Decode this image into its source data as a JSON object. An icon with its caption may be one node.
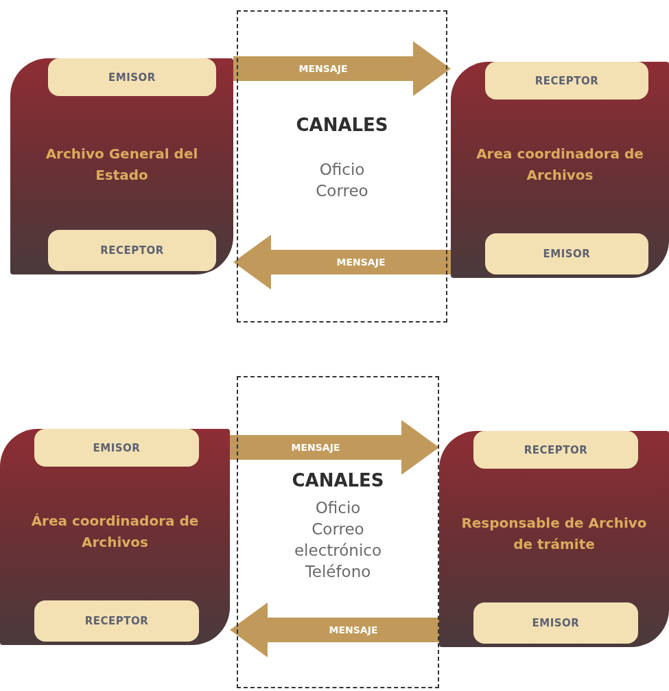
{
  "diagram": {
    "nodes": [
      {
        "text": [
          "Archivo General del Estado"
        ]
      },
      {
        "text": [
          "EMISOR"
        ],
        "in": 0
      },
      {
        "text": [
          "RECEPTOR"
        ],
        "in": 0
      },
      {
        "text": [
          "CANALES",
          "Oficio Correo"
        ]
      },
      {
        "text": [
          "Area coordinadora de Archivos"
        ]
      },
      {
        "text": [
          "RECEPTOR"
        ],
        "in": 4
      },
      {
        "text": [
          "EMISOR"
        ],
        "in": 4
      },
      {
        "text": [
          "Área coordinadora de Archivos"
        ]
      },
      {
        "text": [
          "EMISOR"
        ],
        "in": 7
      },
      {
        "text": [
          "RECEPTOR"
        ],
        "in": 7
      },
      {
        "text": [
          "CANALES",
          "Oficio Correo electrónico Teléfono"
        ]
      },
      {
        "text": [
          "Responsable de Archivo de trámite"
        ]
      },
      {
        "text": [
          "RECEPTOR"
        ],
        "in": 11
      },
      {
        "text": [
          "EMISOR"
        ],
        "in": 11
      }
    ],
    "edges": [
      {
        "from": 0,
        "to": 4,
        "arrow": "to",
        "label": "MENSAJE"
      },
      {
        "from": 4,
        "to": 0,
        "arrow": "to",
        "label": "MENSAJE"
      },
      {
        "from": 7,
        "to": 11,
        "arrow": "to",
        "label": "MENSAJE"
      },
      {
        "from": 11,
        "to": 7,
        "arrow": "to",
        "label": "MENSAJE"
      }
    ]
  }
}
